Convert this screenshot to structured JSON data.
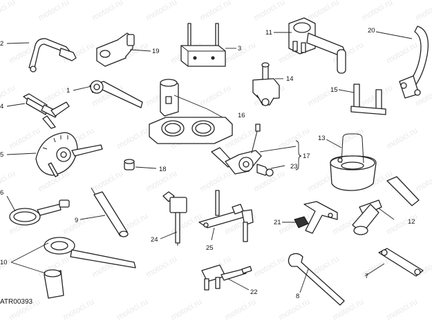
{
  "watermark": "motoci.ru",
  "drawing_code": "ATR00393",
  "callouts": {
    "c1": "1",
    "c2": "2",
    "c3": "3",
    "c4": "4",
    "c5": "5",
    "c6": "6",
    "c7": "7",
    "c8": "8",
    "c9": "9",
    "c10": "10",
    "c11": "11",
    "c12": "12",
    "c13": "13",
    "c14": "14",
    "c15": "15",
    "c16": "16",
    "c17": "17",
    "c18": "18",
    "c19": "19",
    "c20": "20",
    "c21": "21",
    "c22": "22",
    "c23": "23",
    "c24": "24",
    "c25": "25"
  }
}
